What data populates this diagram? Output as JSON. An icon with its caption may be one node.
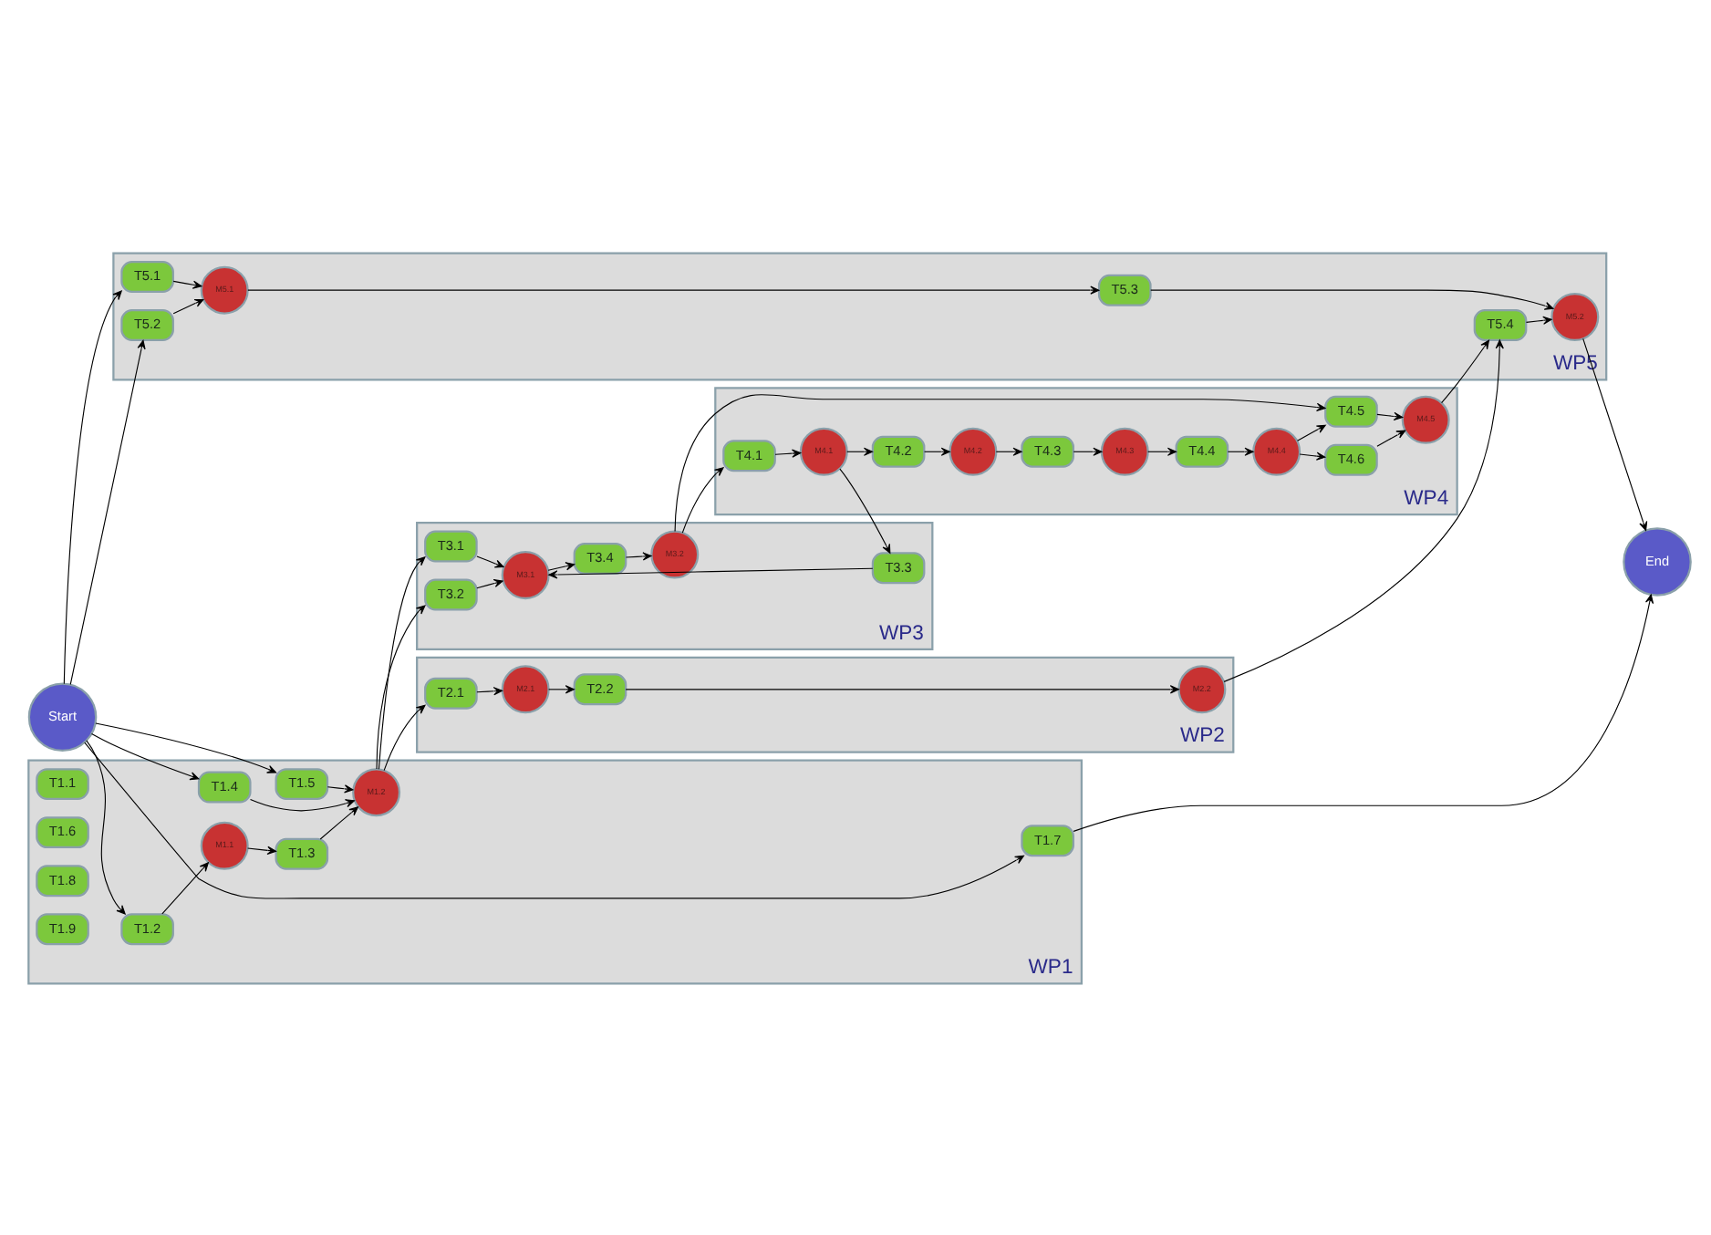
{
  "diagram": {
    "nodes": [
      {
        "text": [
          "Start"
        ]
      },
      {
        "text": [
          "WP1"
        ]
      },
      {
        "text": [
          "T1.2"
        ],
        "in": 1
      },
      {
        "text": [
          "M1.1"
        ],
        "in": 1
      },
      {
        "text": [
          "T1.3"
        ],
        "in": 1
      },
      {
        "text": [
          "T1.4"
        ],
        "in": 1
      },
      {
        "text": [
          "M1.2"
        ],
        "in": 1
      },
      {
        "text": [
          "T1.5"
        ],
        "in": 1
      },
      {
        "text": [
          "T1.1"
        ],
        "in": 1
      },
      {
        "text": [
          "T1.6"
        ],
        "in": 1
      },
      {
        "text": [
          "T1.7"
        ],
        "in": 1
      },
      {
        "text": [
          "T1.8"
        ],
        "in": 1
      },
      {
        "text": [
          "T1.9"
        ],
        "in": 1
      },
      {
        "text": [
          "WP3"
        ]
      },
      {
        "text": [
          "T3.1"
        ],
        "in": 13
      },
      {
        "text": [
          "T3.2"
        ],
        "in": 13
      },
      {
        "text": [
          "M3.1"
        ],
        "in": 13
      },
      {
        "text": [
          "T3.4"
        ],
        "in": 13
      },
      {
        "text": [
          "M3.2"
        ],
        "in": 13
      },
      {
        "text": [
          "T3.3"
        ],
        "in": 13
      },
      {
        "text": [
          "WP4"
        ]
      },
      {
        "text": [
          "T4.1"
        ],
        "in": 20
      },
      {
        "text": [
          "M4.1"
        ],
        "in": 20
      },
      {
        "text": [
          "T4.2"
        ],
        "in": 20
      },
      {
        "text": [
          "M4.2"
        ],
        "in": 20
      },
      {
        "text": [
          "T4.3"
        ],
        "in": 20
      },
      {
        "text": [
          "M4.3"
        ],
        "in": 20
      },
      {
        "text": [
          "T4.4"
        ],
        "in": 20
      },
      {
        "text": [
          "M4.4"
        ],
        "in": 20
      },
      {
        "text": [
          "T4.5"
        ],
        "in": 20
      },
      {
        "text": [
          "T4.6"
        ],
        "in": 20
      },
      {
        "text": [
          "M4.5"
        ],
        "in": 20
      },
      {
        "text": [
          "WP2"
        ]
      },
      {
        "text": [
          "T2.1"
        ],
        "in": 32
      },
      {
        "text": [
          "M2.1"
        ],
        "in": 32
      },
      {
        "text": [
          "T2.2"
        ],
        "in": 32
      },
      {
        "text": [
          "M2.2"
        ],
        "in": 32
      },
      {
        "text": [
          "WP5"
        ]
      },
      {
        "text": [
          "T5.4"
        ],
        "in": 37
      },
      {
        "text": [
          "T5.1"
        ],
        "in": 37
      },
      {
        "text": [
          "M5.1"
        ],
        "in": 37
      },
      {
        "text": [
          "T5.3"
        ],
        "in": 37
      },
      {
        "text": [
          "M5.2"
        ],
        "in": 37
      },
      {
        "text": [
          "T5.2"
        ],
        "in": 37
      },
      {
        "text": [
          "End"
        ]
      }
    ],
    "edges": [
      {
        "from": 0,
        "to": 2,
        "arrow": "to"
      },
      {
        "from": 0,
        "to": 5,
        "arrow": "to"
      },
      {
        "from": 0,
        "to": 7,
        "arrow": "to"
      },
      {
        "from": 0,
        "to": 10,
        "arrow": "to"
      },
      {
        "from": 0,
        "to": 39,
        "arrow": "to"
      },
      {
        "from": 0,
        "to": 43,
        "arrow": "to"
      },
      {
        "from": 2,
        "to": 3,
        "arrow": "to"
      },
      {
        "from": 3,
        "to": 4,
        "arrow": "to"
      },
      {
        "from": 4,
        "to": 6,
        "arrow": "to"
      },
      {
        "from": 5,
        "to": 6,
        "arrow": "to"
      },
      {
        "from": 7,
        "to": 6,
        "arrow": "to"
      },
      {
        "from": 6,
        "to": 14,
        "arrow": "to"
      },
      {
        "from": 6,
        "to": 15,
        "arrow": "to"
      },
      {
        "from": 6,
        "to": 33,
        "arrow": "to"
      },
      {
        "from": 14,
        "to": 16,
        "arrow": "to"
      },
      {
        "from": 15,
        "to": 16,
        "arrow": "to"
      },
      {
        "from": 19,
        "to": 16,
        "arrow": "to"
      },
      {
        "from": 16,
        "to": 17,
        "arrow": "to"
      },
      {
        "from": 17,
        "to": 18,
        "arrow": "to"
      },
      {
        "from": 18,
        "to": 29,
        "arrow": "to"
      },
      {
        "from": 18,
        "to": 21,
        "arrow": "to"
      },
      {
        "from": 21,
        "to": 22,
        "arrow": "to"
      },
      {
        "from": 22,
        "to": 23,
        "arrow": "to"
      },
      {
        "from": 23,
        "to": 24,
        "arrow": "to"
      },
      {
        "from": 24,
        "to": 25,
        "arrow": "to"
      },
      {
        "from": 25,
        "to": 26,
        "arrow": "to"
      },
      {
        "from": 26,
        "to": 27,
        "arrow": "to"
      },
      {
        "from": 27,
        "to": 28,
        "arrow": "to"
      },
      {
        "from": 28,
        "to": 29,
        "arrow": "to"
      },
      {
        "from": 28,
        "to": 30,
        "arrow": "to"
      },
      {
        "from": 29,
        "to": 31,
        "arrow": "to"
      },
      {
        "from": 30,
        "to": 31,
        "arrow": "to"
      },
      {
        "from": 22,
        "to": 19,
        "arrow": "to"
      },
      {
        "from": 33,
        "to": 34,
        "arrow": "to"
      },
      {
        "from": 34,
        "to": 35,
        "arrow": "to"
      },
      {
        "from": 35,
        "to": 36,
        "arrow": "to"
      },
      {
        "from": 36,
        "to": 38,
        "arrow": "to"
      },
      {
        "from": 31,
        "to": 38,
        "arrow": "to"
      },
      {
        "from": 39,
        "to": 40,
        "arrow": "to"
      },
      {
        "from": 43,
        "to": 40,
        "arrow": "to"
      },
      {
        "from": 40,
        "to": 41,
        "arrow": "to"
      },
      {
        "from": 41,
        "to": 42,
        "arrow": "to"
      },
      {
        "from": 38,
        "to": 42,
        "arrow": "to"
      },
      {
        "from": 42,
        "to": 44,
        "arrow": "to"
      },
      {
        "from": 10,
        "to": 44,
        "arrow": "to"
      }
    ]
  }
}
